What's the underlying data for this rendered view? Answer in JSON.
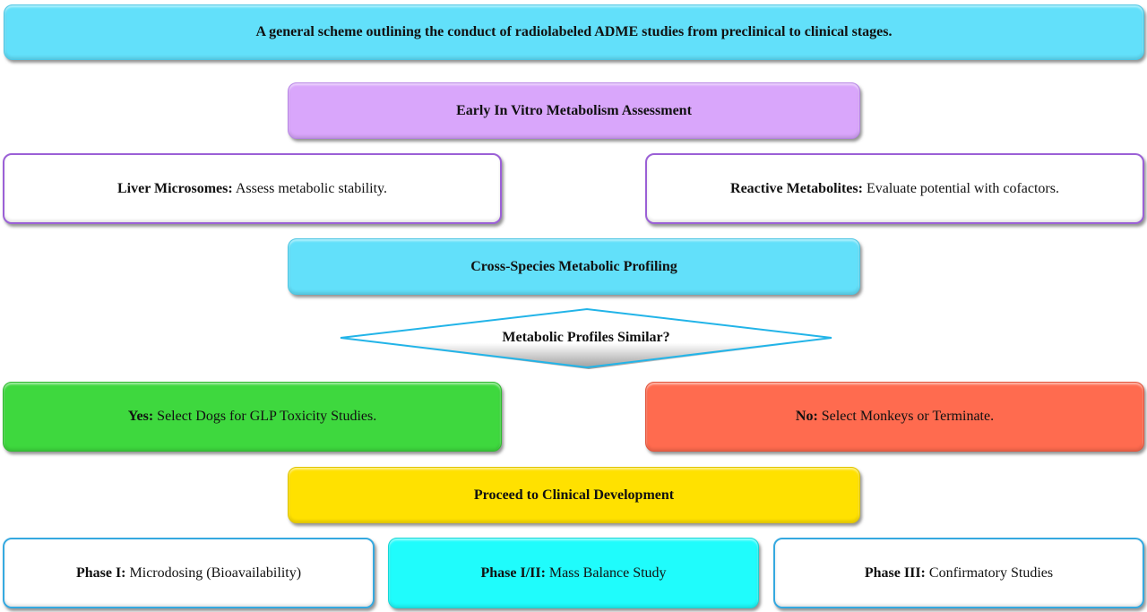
{
  "title": "A general scheme outlining the conduct of radiolabeled ADME studies from preclinical to clinical stages.",
  "nodes": {
    "early_in_vitro": {
      "label": "Early In Vitro Metabolism Assessment",
      "color": "#d9a6fb"
    },
    "liver_microsomes": {
      "bold": "Liver Microsomes:",
      "text": " Assess metabolic stability."
    },
    "reactive_metabolites": {
      "bold": "Reactive Metabolites:",
      "text": " Evaluate potential with cofactors."
    },
    "cross_species": {
      "label": "Cross-Species Metabolic Profiling",
      "color": "#62e0fa"
    },
    "decision": {
      "label": "Metabolic Profiles Similar?"
    },
    "yes": {
      "bold": "Yes:",
      "text": " Select Dogs for GLP Toxicity Studies.",
      "color": "#3ed83e"
    },
    "no": {
      "bold": "No:",
      "text": " Select Monkeys or Terminate.",
      "color": "#ff6b4f"
    },
    "clinical": {
      "label": "Proceed to Clinical Development",
      "color": "#ffe100"
    },
    "phase1": {
      "bold": "Phase I:",
      "text": " Microdosing (Bioavailability)"
    },
    "phase12": {
      "bold": "Phase I/II:",
      "text": " Mass Balance Study",
      "color": "#1ffcfc"
    },
    "phase3": {
      "bold": "Phase III:",
      "text": " Confirmatory Studies"
    }
  }
}
